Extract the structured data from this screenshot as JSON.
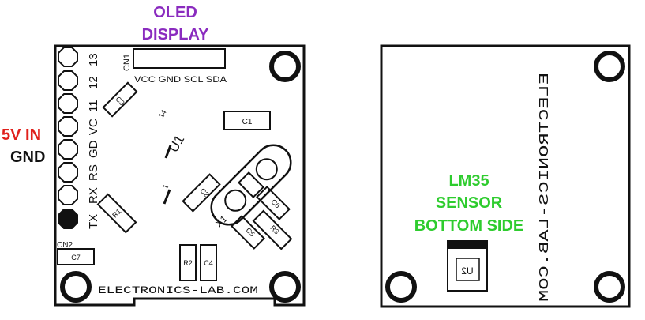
{
  "labels": {
    "oled_line1": "OLED",
    "oled_line2": "DISPLAY",
    "power_in": "5V IN",
    "ground": "GND",
    "sensor_line1": "LM35",
    "sensor_line2": "SENSOR",
    "sensor_line3": "BOTTOM SIDE"
  },
  "front": {
    "cn1": "CN1",
    "cn2": "CN2",
    "oled_pins": "VCC GND SCL SDA",
    "header_pins": [
      "13",
      "12",
      "11",
      "VC",
      "GD",
      "RS",
      "RX",
      "TX"
    ],
    "ic_label": "U1",
    "ic_pin14": "14",
    "ic_pin1": "1",
    "c1": "C1",
    "c2": "C2",
    "c3": "C3",
    "c4": "C4",
    "c5": "C5",
    "c6": "C6",
    "c7": "C7",
    "r1": "R1",
    "r2": "R2",
    "r3": "R3",
    "x1": "X1",
    "footer": "ELECTRONICS-LAB.COM"
  },
  "back": {
    "vertical_text": "ELECTRONICS-LAB.COM",
    "u2": "U2"
  }
}
